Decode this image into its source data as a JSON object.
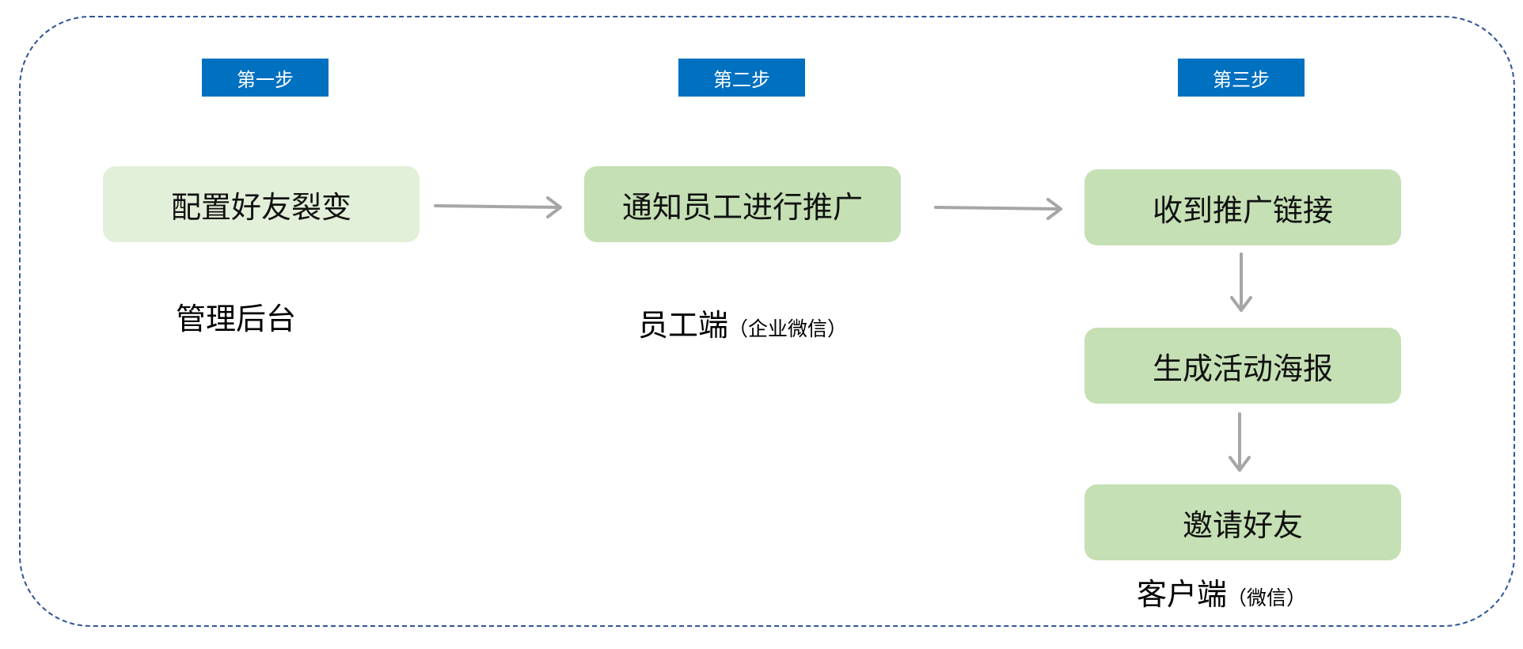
{
  "steps": [
    "第一步",
    "第二步",
    "第三步"
  ],
  "boxes": {
    "configure": "配置好友裂变",
    "notify": "通知员工进行推广",
    "receive_link": "收到推广链接",
    "generate_poster": "生成活动海报",
    "invite": "邀请好友"
  },
  "captions": {
    "admin": "管理后台",
    "staff_main": "员工端",
    "staff_sub": "（企业微信）",
    "customer_main": "客户端",
    "customer_sub": "（微信）"
  },
  "colors": {
    "frame_border": "#2f5597",
    "badge": "#0070c0",
    "box_light": "#e2efd9",
    "box_mid": "#c5e0b4",
    "arrow": "#a6a6a6"
  }
}
